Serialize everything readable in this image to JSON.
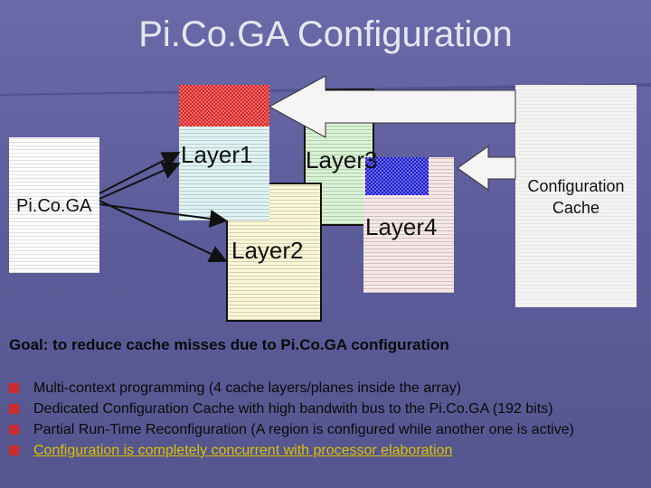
{
  "title": "Pi.Co.GA Configuration",
  "diagram": {
    "picoga_label": "Pi.Co.GA",
    "layer1_label": "Layer1",
    "layer2_label": "Layer2",
    "layer3_label": "Layer3",
    "layer4_label": "Layer4",
    "cache_label_line1": "Configuration",
    "cache_label_line2": "Cache"
  },
  "goal": "Goal: to reduce cache misses due to Pi.Co.GA configuration",
  "bullets": [
    "Multi-context programming (4 cache layers/planes inside the array)",
    "Dedicated Configuration Cache with high bandwith bus to the Pi.Co.GA (192 bits)",
    "Partial Run-Time Reconfiguration (A region is configured while another one is active)",
    "Configuration is completely concurrent with processor elaboration"
  ],
  "colors": {
    "bullet_marker": "#cc2b2b",
    "highlight_text": "#d9c200",
    "layer1_cap": "#dd2222",
    "layer4_cap": "#1c1cd0"
  }
}
